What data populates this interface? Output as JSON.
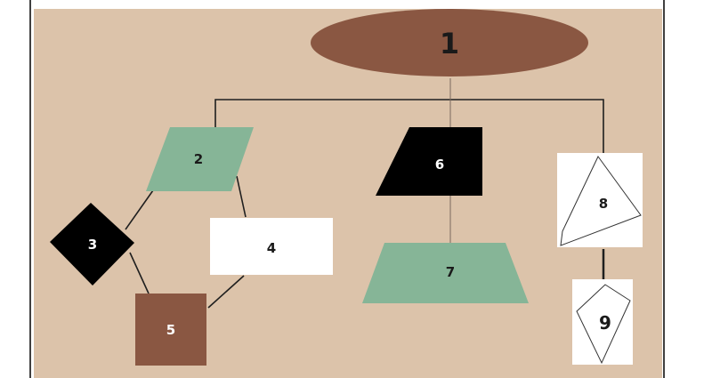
{
  "colors": {
    "background": "#dcc3aa",
    "brown": "#8a5742",
    "green": "#86b597",
    "black": "#000000",
    "white": "#ffffff",
    "line": "#1f1f1f"
  },
  "nodes": {
    "n1": "1",
    "n2": "2",
    "n3": "3",
    "n4": "4",
    "n5": "5",
    "n6": "6",
    "n7": "7",
    "n8": "8",
    "n9": "9"
  }
}
